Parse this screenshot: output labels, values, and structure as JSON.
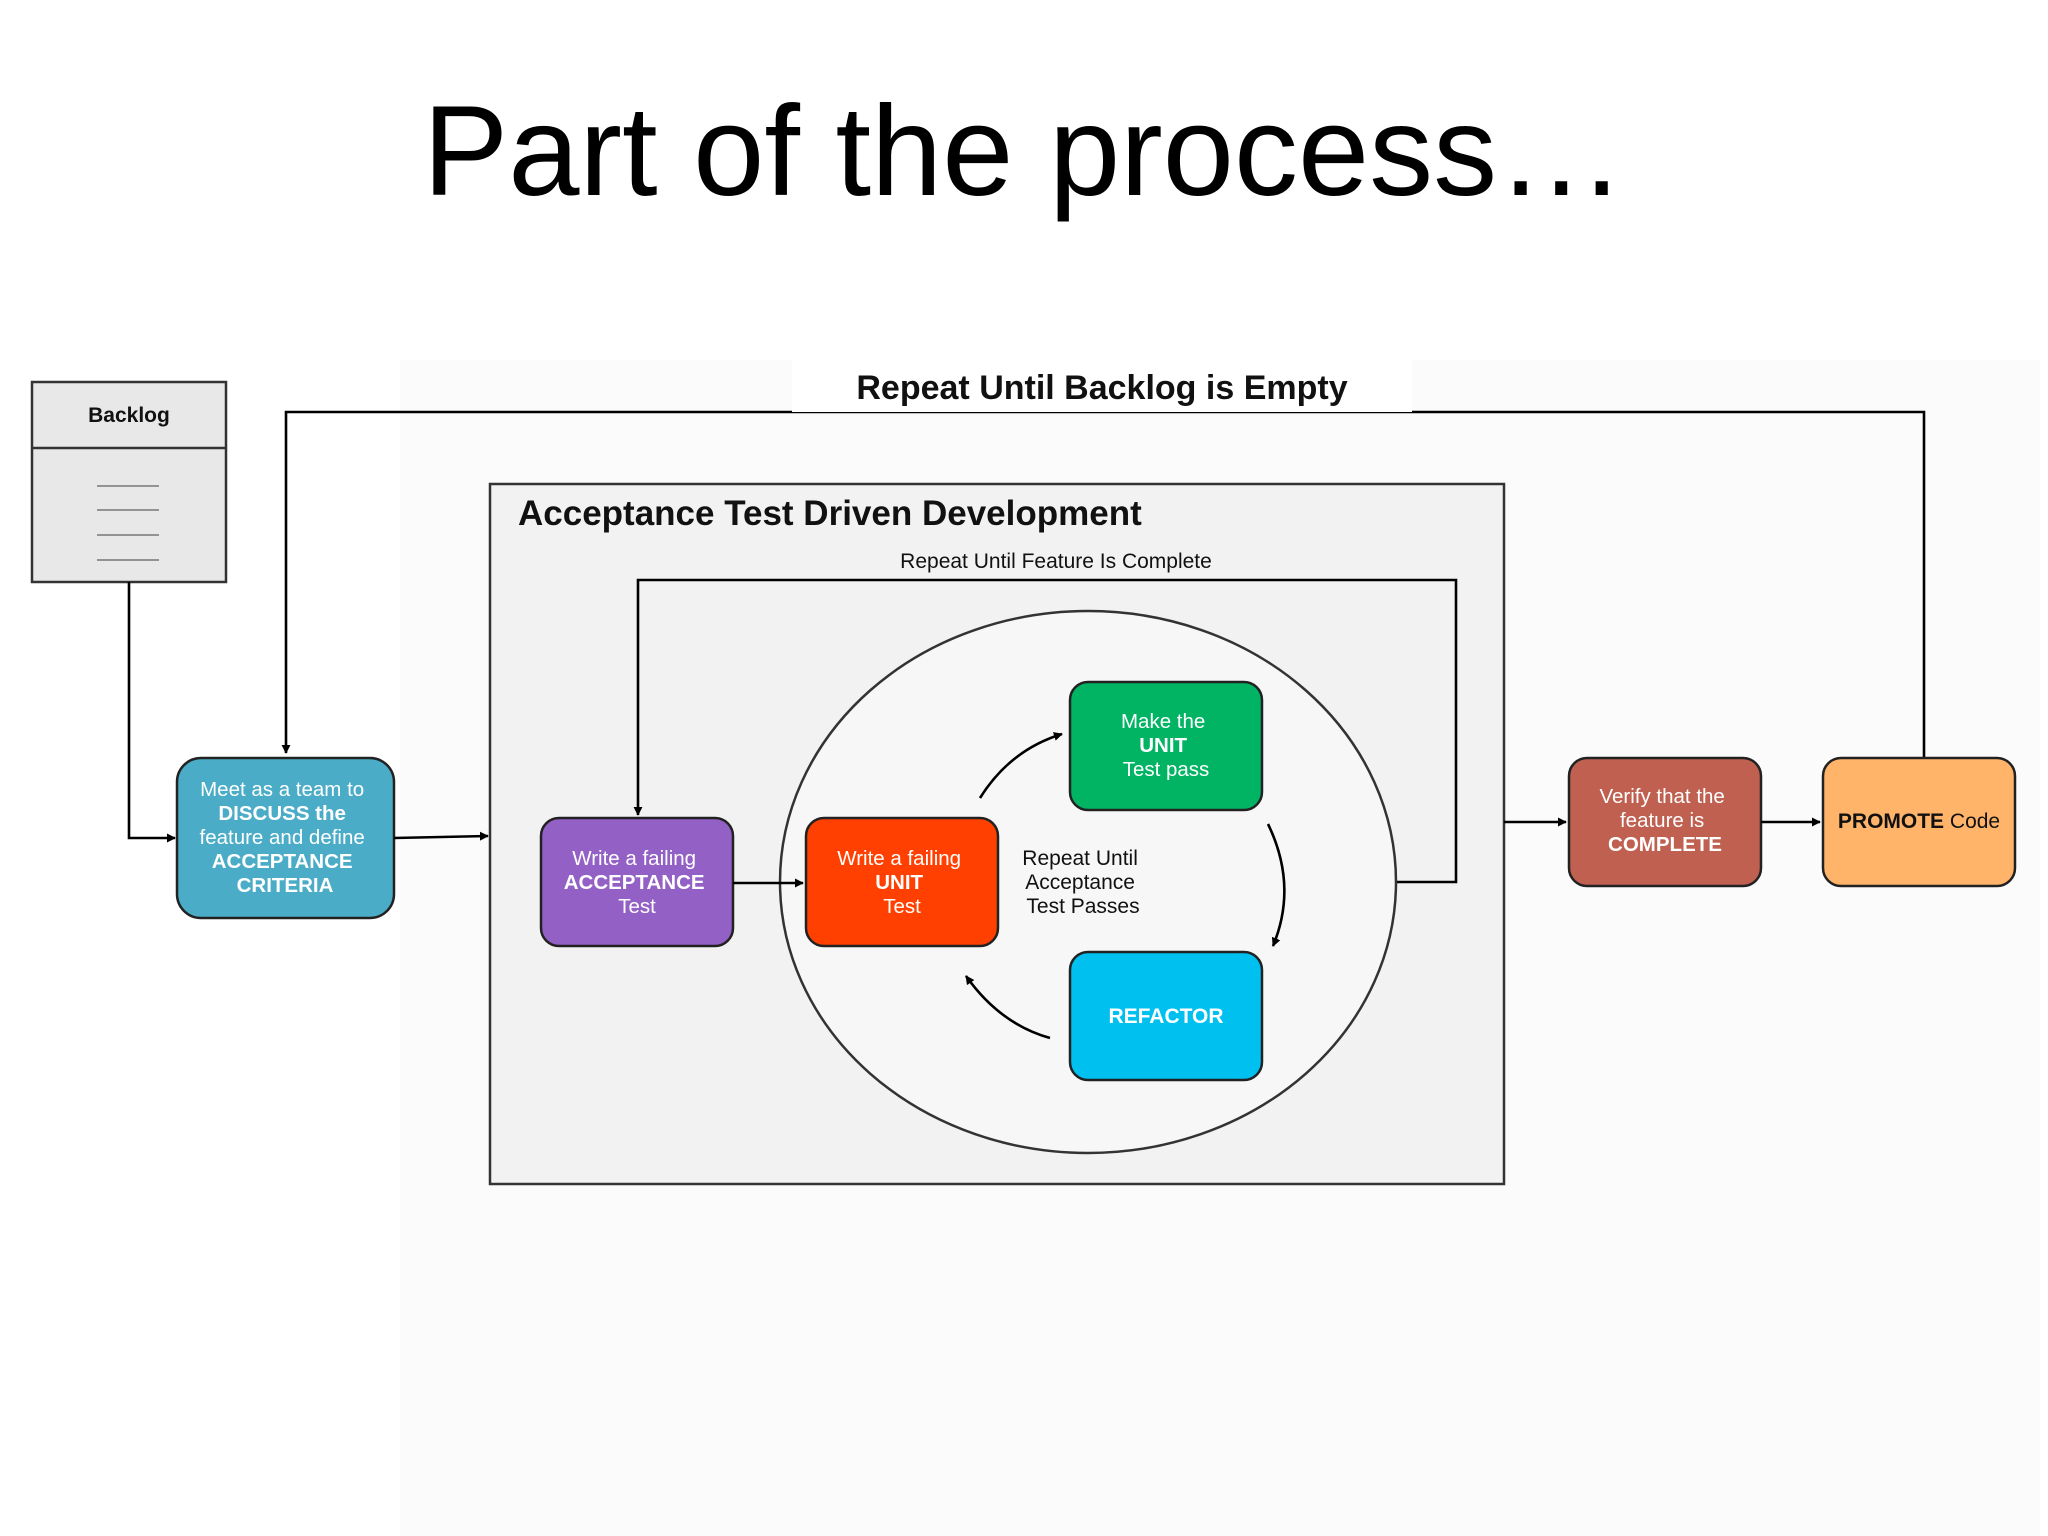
{
  "slide": {
    "title": "Part of the process…"
  },
  "colors": {
    "discuss": "#4aacc6",
    "acceptance": "#9360c6",
    "unit_test": "#ff4000",
    "make_pass": "#00b463",
    "refactor": "#00c0f0",
    "verify": "#c06050",
    "promote": "#ffb46a",
    "panel": "#f2f2f2",
    "backlog": "#e8e8e8"
  },
  "backlog": {
    "title": "Backlog"
  },
  "outer_loop": {
    "label": "Repeat Until Backlog is Empty"
  },
  "discuss_box": {
    "lines": [
      "Meet as a team to",
      "DISCUSS the",
      "feature and define",
      "ACCEPTANCE",
      "CRITERIA"
    ]
  },
  "atdd": {
    "title": "Acceptance Test Driven Development",
    "loop_label": "Repeat Until Feature Is Complete",
    "acceptance_box": {
      "lines": [
        "Write a failing",
        "ACCEPTANCE",
        "Test"
      ]
    },
    "tdd_cycle": {
      "center_label": [
        "Repeat Until",
        "Acceptance",
        "Test Passes"
      ],
      "unit_box": {
        "lines": [
          "Write a failing",
          "UNIT",
          "Test"
        ]
      },
      "pass_box": {
        "lines": [
          "Make the",
          "UNIT",
          "Test pass"
        ]
      },
      "refactor_box": {
        "label": "REFACTOR"
      }
    }
  },
  "verify_box": {
    "lines": [
      "Verify that the",
      "feature is",
      "COMPLETE"
    ]
  },
  "promote_box": {
    "bold": "PROMOTE",
    "rest": " Code"
  }
}
